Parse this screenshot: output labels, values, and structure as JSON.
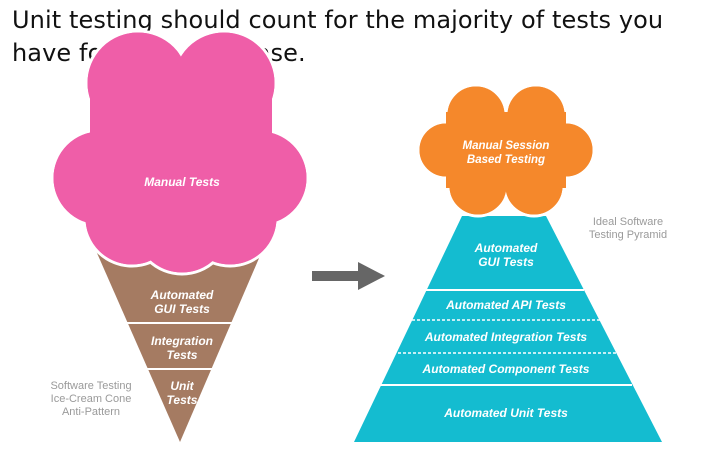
{
  "heading": "Unit testing should count for the majority of tests you have for your codebase.",
  "cone": {
    "scoop_label": "Manual Tests",
    "layer1": [
      "Automated",
      "GUI Tests"
    ],
    "layer2": [
      "Integration",
      "Tests"
    ],
    "layer3": [
      "Unit",
      "Tests"
    ],
    "caption": [
      "Software Testing",
      "Ice-Cream Cone",
      "Anti-Pattern"
    ]
  },
  "pyramid": {
    "cloud_label": [
      "Manual Session",
      "Based Testing"
    ],
    "top_label": [
      "Automated",
      "GUI Tests"
    ],
    "layers": [
      "Automated API Tests",
      "Automated Integration Tests",
      "Automated Component Tests",
      "Automated Unit Tests"
    ],
    "caption": [
      "Ideal Software",
      "Testing Pyramid"
    ]
  },
  "colors": {
    "scoop": "#ef5ea8",
    "cone": "#a57b62",
    "cloud": "#f5882b",
    "pyramid": "#14bcd0",
    "arrow": "#666666"
  }
}
